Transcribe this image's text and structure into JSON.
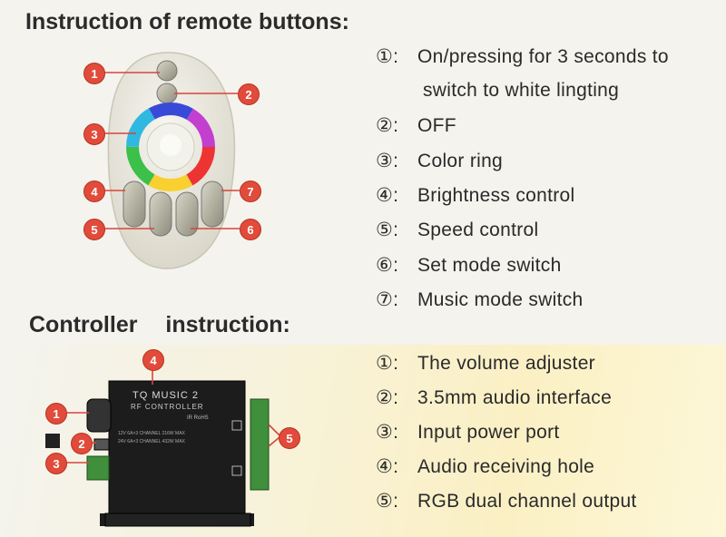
{
  "remote_section": {
    "title": "Instruction of remote buttons:",
    "items": [
      {
        "num": "①",
        "sep": ":",
        "text": "On/pressing for 3 seconds to",
        "continuation": "switch to white lingting"
      },
      {
        "num": "②",
        "sep": ":",
        "text": "OFF"
      },
      {
        "num": "③",
        "sep": ":",
        "text": "Color ring"
      },
      {
        "num": "④",
        "sep": ":",
        "text": "Brightness control"
      },
      {
        "num": "⑤",
        "sep": ":",
        "text": "Speed control"
      },
      {
        "num": "⑥",
        "sep": ":",
        "text": "Set mode switch"
      },
      {
        "num": "⑦",
        "sep": ":",
        "text": "Music mode switch"
      }
    ],
    "callouts": [
      "1",
      "2",
      "3",
      "4",
      "5",
      "6",
      "7"
    ]
  },
  "controller_section": {
    "title": "Controller instruction:",
    "items": [
      {
        "num": "①",
        "sep": ":",
        "text": "The volume adjuster"
      },
      {
        "num": "②",
        "sep": ":",
        "text": "3.5mm audio interface"
      },
      {
        "num": "③",
        "sep": ":",
        "text": "Input power port"
      },
      {
        "num": "④",
        "sep": ":",
        "text": "Audio receiving hole"
      },
      {
        "num": "⑤",
        "sep": ":",
        "text": "RGB dual channel output"
      }
    ],
    "callouts": [
      "1",
      "2",
      "3",
      "4",
      "5"
    ],
    "device_label": {
      "line1": "TQ MUSIC 2",
      "line2": "RF CONTROLLER",
      "line3": "IR RoHS",
      "spec1": "12V 6A×3 CHANNEL 216W MAX",
      "spec2": "24V 6A×3 CHANNEL 432W MAX"
    }
  },
  "colors": {
    "callout": "#e14b3b",
    "heading": "#2b2b2b",
    "device": "#1c1c1c",
    "terminal": "#3f8f3c"
  }
}
